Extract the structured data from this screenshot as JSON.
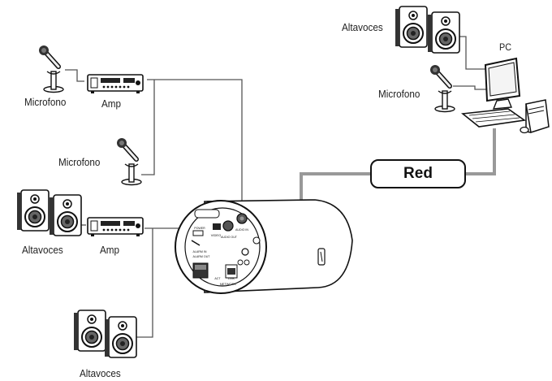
{
  "labels": {
    "speakers_top": "Altavoces",
    "pc": "PC",
    "mic_pc": "Microfono",
    "mic_top_left": "Microfono",
    "amp_top": "Amp",
    "mic_mid": "Microfono",
    "speakers_left": "Altavoces",
    "amp_bottom": "Amp",
    "speakers_bottom": "Altavoces",
    "network": "Red"
  },
  "camera_panel": {
    "audio_out": "AUDIO OUT",
    "audio_in": "AUDIO IN",
    "video": "VIDEO",
    "power": "POWER",
    "alarm_in": "ALARM IN",
    "alarm_out": "ALARM OUT",
    "act": "ACT",
    "link": "LINK",
    "network": "NETWORK"
  },
  "colors": {
    "cable_grey": "#999999",
    "thin_line": "#555555",
    "outline": "#111111"
  }
}
